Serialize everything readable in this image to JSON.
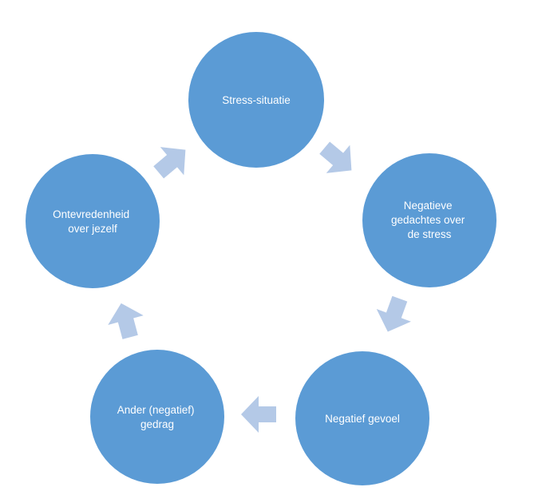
{
  "diagram": {
    "colors": {
      "node_fill": "#5b9bd5",
      "arrow_fill": "#b4c9e7",
      "label_color": "#ffffff",
      "background": "#ffffff"
    },
    "nodes": [
      {
        "id": "stress-situatie",
        "lines": [
          "Stress-situatie"
        ]
      },
      {
        "id": "negatieve-gedachten",
        "lines": [
          "Negatieve",
          "gedachtes over",
          "de stress"
        ]
      },
      {
        "id": "negatief-gevoel",
        "lines": [
          "Negatief gevoel"
        ]
      },
      {
        "id": "ander-gedrag",
        "lines": [
          "Ander (negatief)",
          "gedrag"
        ]
      },
      {
        "id": "ontevredenheid",
        "lines": [
          "Ontevredenheid",
          "over jezelf"
        ]
      }
    ],
    "flow": [
      "stress-situatie",
      "negatieve-gedachten",
      "negatief-gevoel",
      "ander-gedrag",
      "ontevredenheid",
      "stress-situatie"
    ]
  }
}
